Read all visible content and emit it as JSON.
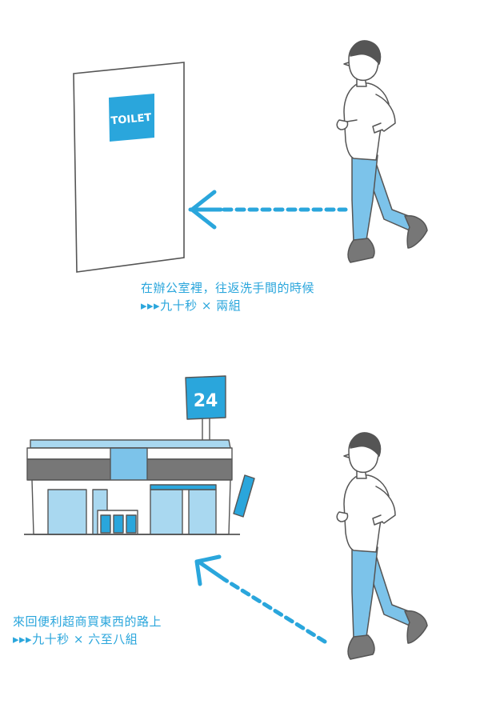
{
  "scene_office": {
    "sign_text": "TOILET",
    "caption_line1": "在辦公室裡，往返洗手間的時候",
    "caption_line2": "▸▸▸九十秒 × 兩組"
  },
  "scene_store": {
    "sign_text": "24",
    "caption_line1": "來回便利超商買東西的路上",
    "caption_line2": "▸▸▸九十秒 × 六至八組"
  },
  "colors": {
    "accent": "#2aa6dc",
    "light_blue": "#a9d8f0",
    "pants": "#7cc3ea",
    "outline": "#555555"
  }
}
